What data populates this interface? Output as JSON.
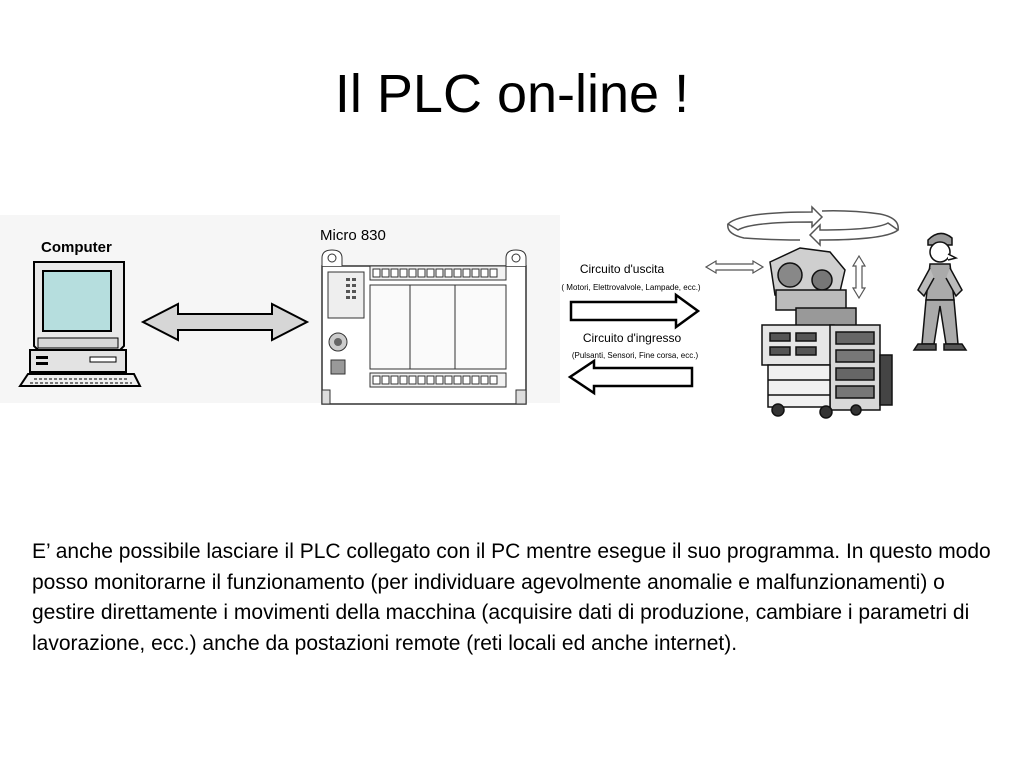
{
  "slide": {
    "title": "Il PLC  on-line !",
    "description": "E’ anche possibile lasciare il PLC collegato con il PC mentre esegue il suo programma. In questo modo posso monitorarne il funzionamento (per individuare agevolmente anomalie e malfunzionamenti) o gestire direttamente i movimenti della macchina (acquisire dati di produzione, cambiare i parametri di lavorazione, ecc.) anche da postazioni remote (reti locali ed anche internet)."
  },
  "diagram": {
    "computer_label": "Computer",
    "plc_label": "Micro 830",
    "output_circuit_title": "Circuito d'uscita",
    "output_circuit_detail": "( Motori, Elettrovalvole, Lampade, ecc.)",
    "input_circuit_title": "Circuito d'ingresso",
    "input_circuit_detail": "(Pulsanti, Sensori, Fine corsa, ecc.)"
  }
}
